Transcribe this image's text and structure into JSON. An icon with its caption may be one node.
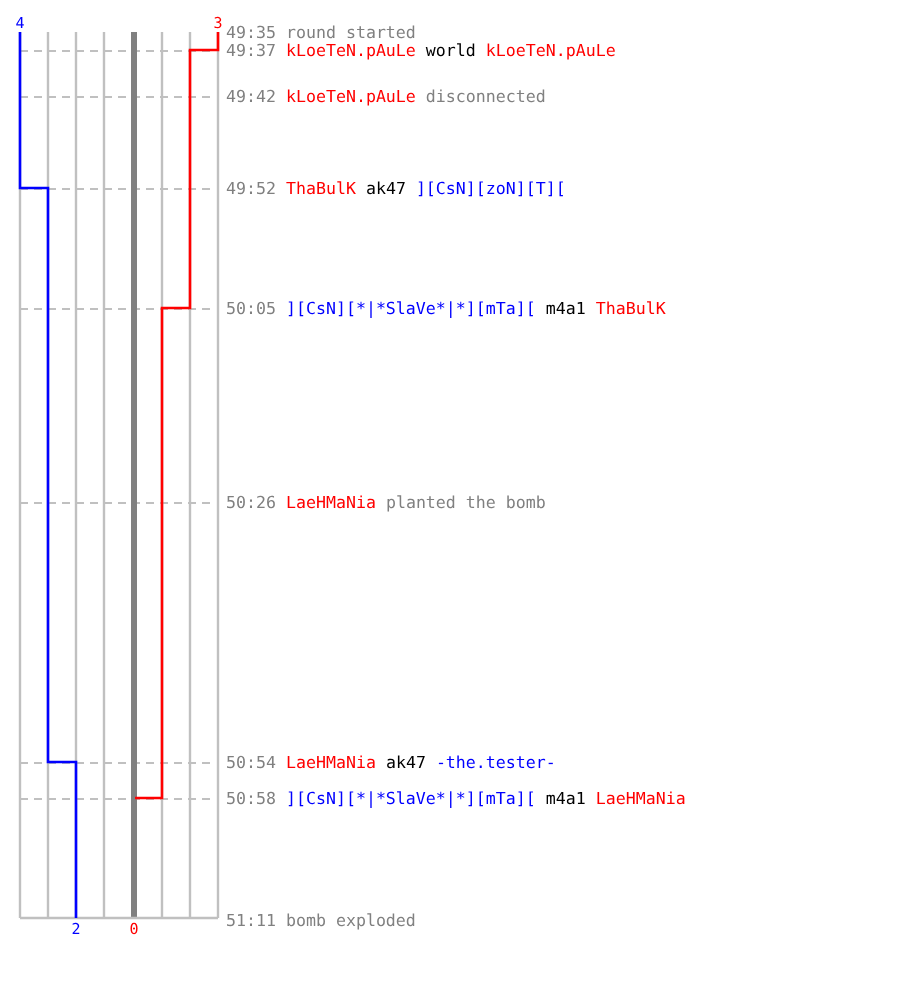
{
  "diagram": {
    "labels": [
      "4",
      "3",
      "49:35",
      "round started",
      "49:37",
      "kLoeTeN.pAuLe",
      "world",
      "kLoeTeN.pAuLe",
      "49:42",
      "kLoeTeN.pAuLe",
      "disconnected",
      "49:52",
      "ThaBulK",
      "ak47",
      "][CsN][zoN][T][",
      "50:05",
      "][CsN][*|*SlaVe*|*][mTa][",
      "m4a1",
      "ThaBulK",
      "50:26",
      "LaeHMaNia",
      "planted the bomb",
      "50:54",
      "LaeHMaNia",
      "ak47",
      "-the.tester-",
      "50:58",
      "][CsN][*|*SlaVe*|*][mTa][",
      "m4a1",
      "LaeHMaNia",
      "2",
      "0",
      "51:11",
      "bomb exploded"
    ]
  }
}
